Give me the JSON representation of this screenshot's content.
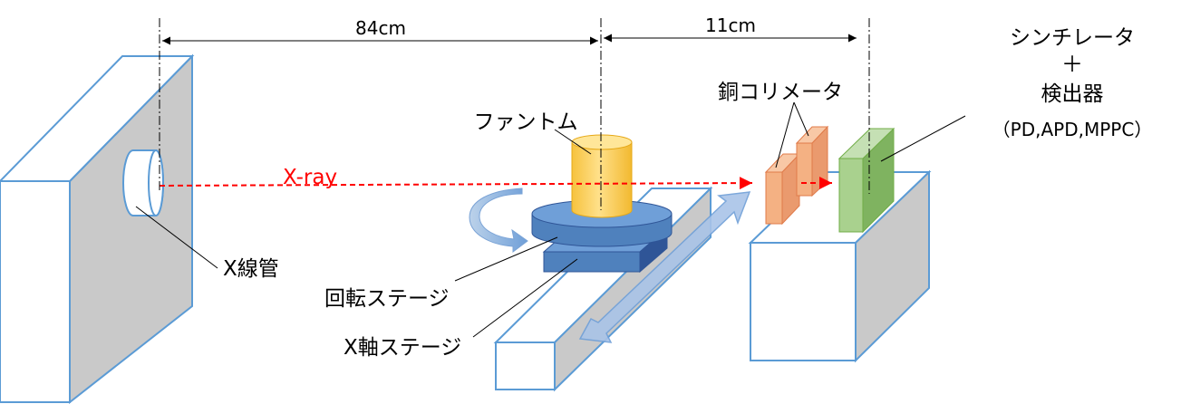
{
  "dimensions": {
    "left": "84cm",
    "right": "11cm"
  },
  "labels": {
    "phantom": "ファントム",
    "copper_collimator": "銅コリメータ",
    "detector_line1": "シンチレータ",
    "detector_line2": "＋",
    "detector_line3": "検出器",
    "detector_line4": "（PD,APD,MPPC）",
    "xray": "X-ray",
    "xray_tube": "X線管",
    "rotation_stage": "回転ステージ",
    "x_axis_stage": "X軸ステージ"
  },
  "colors": {
    "box_side": "#c9c9c9",
    "box_edge": "#5b9bd5",
    "phantom_fill": "#ffd966",
    "stage_blue": "#5b9bd5",
    "collimator_fill": "#f4b183",
    "detector_fill": "#a9d18e",
    "beam": "#ff0000"
  }
}
